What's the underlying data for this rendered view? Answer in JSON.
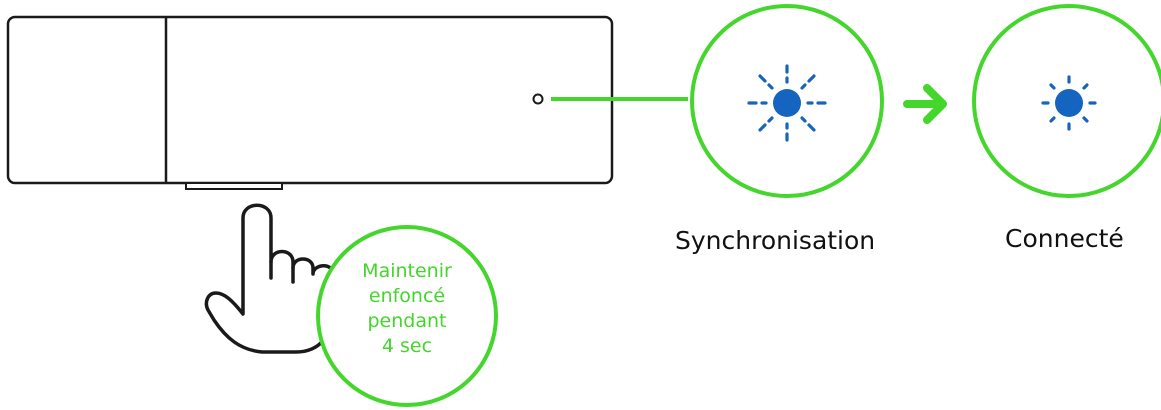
{
  "labels": {
    "syncing": "Synchronisation",
    "connected": "Connecté"
  },
  "hold_instruction": {
    "lines": [
      "Maintenir",
      "enfoncé",
      "pendant",
      "4 sec"
    ]
  },
  "colors": {
    "accent_green": "#44d62c",
    "led_blue": "#1565c0",
    "outline": "#1a1a1a"
  },
  "icons": {
    "hand": "pointing-hand-icon",
    "arrow": "arrow-right-icon",
    "led_blinking": "led-blinking-icon",
    "led_solid": "led-solid-icon"
  }
}
